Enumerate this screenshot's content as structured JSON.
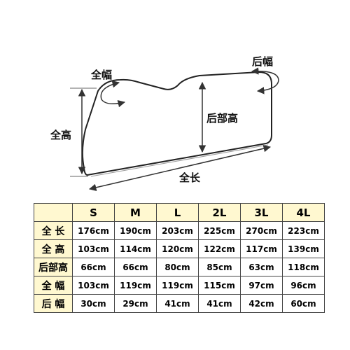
{
  "diagram": {
    "label_full_width": "全幅",
    "label_rear_width": "后幅",
    "label_full_height": "全高",
    "label_rear_height": "后部高",
    "label_full_length": "全长"
  },
  "table": {
    "columns": [
      "",
      "S",
      "M",
      "L",
      "2L",
      "3L",
      "4L"
    ],
    "rows": [
      {
        "label": "全 长",
        "values": [
          "176cm",
          "190cm",
          "203cm",
          "225cm",
          "270cm",
          "223cm"
        ]
      },
      {
        "label": "全 高",
        "values": [
          "103cm",
          "114cm",
          "120cm",
          "122cm",
          "117cm",
          "139cm"
        ]
      },
      {
        "label": "后部高",
        "values": [
          "66cm",
          "66cm",
          "80cm",
          "85cm",
          "63cm",
          "118cm"
        ]
      },
      {
        "label": "全 幅",
        "values": [
          "103cm",
          "119cm",
          "119cm",
          "115cm",
          "97cm",
          "96cm"
        ]
      },
      {
        "label": "后 幅",
        "values": [
          "30cm",
          "29cm",
          "41cm",
          "41cm",
          "42cm",
          "60cm"
        ]
      }
    ]
  }
}
